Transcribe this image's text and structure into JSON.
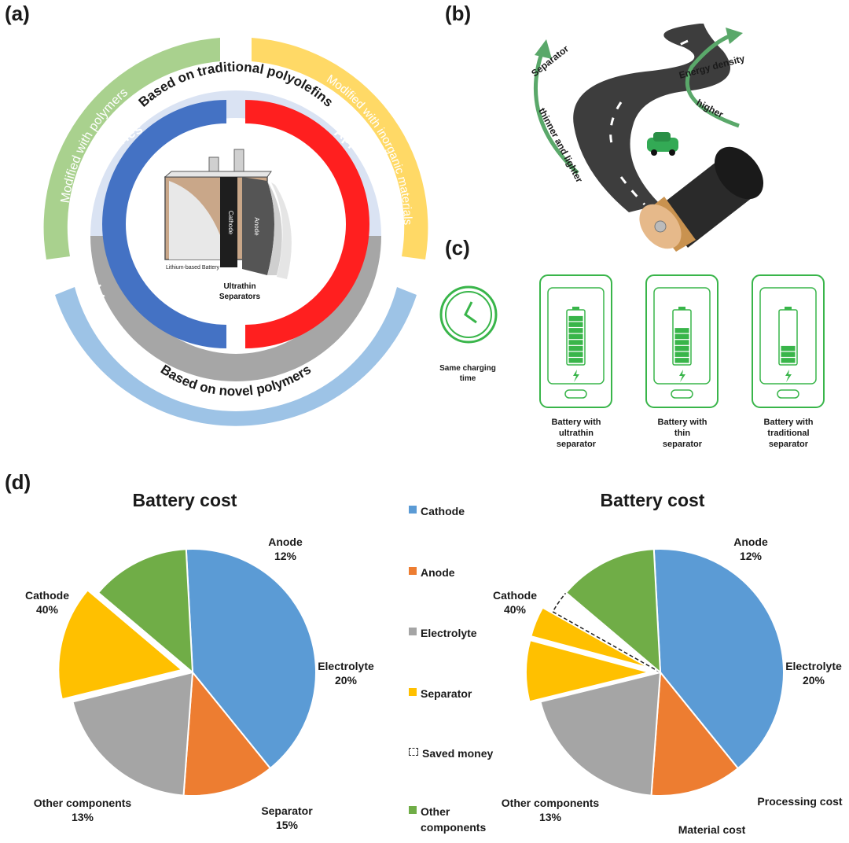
{
  "panels": {
    "a": "(a)",
    "b": "(b)",
    "c": "(c)",
    "d": "(d)"
  },
  "panel_a": {
    "outer_left": "Modified with polymers",
    "outer_right": "Modified with inorganic materials",
    "outer_bottom": "Modified with inorganic material/polymer hybrids",
    "mid_top": "Based on traditional polyolefins",
    "mid_bottom": "Based on novel polymers",
    "inner_left": "Applicated in Li-ion batteries",
    "inner_right": "Applicated in Li-S batteries",
    "cell_cathode": "Cathode",
    "cell_anode": "Anode",
    "cell_caption": "Lithium-based Battery",
    "separators_line1": "Ultrathin",
    "separators_line2": "Separators"
  },
  "panel_b": {
    "separator": "Separator",
    "thinner": "thinner and lighter",
    "energy": "Energy density",
    "higher": "higher"
  },
  "panel_c": {
    "clock_line1": "Same charging",
    "clock_line2": "time",
    "phones": [
      {
        "l1": "Battery with",
        "l2": "ultrathin",
        "l3": "separator",
        "level": 0.9
      },
      {
        "l1": "Battery with",
        "l2": "thin",
        "l3": "separator",
        "level": 0.65
      },
      {
        "l1": "Battery with",
        "l2": "traditional",
        "l3": "separator",
        "level": 0.3
      }
    ]
  },
  "panel_d": {
    "legend": [
      {
        "label": "Cathode",
        "color": "#5b9bd5"
      },
      {
        "label": "Anode",
        "color": "#ed7d31"
      },
      {
        "label": "Electrolyte",
        "color": "#a5a5a5"
      },
      {
        "label": "Separator",
        "color": "#ffc000"
      },
      {
        "label": "Saved money",
        "color": "dashed"
      },
      {
        "label": "Other components",
        "color": "#70ad47"
      }
    ],
    "left_labels": {
      "cathode": "Cathode",
      "cathode_pct": "40%",
      "anode": "Anode",
      "anode_pct": "12%",
      "electrolyte": "Electrolyte",
      "electrolyte_pct": "20%",
      "separator": "Separator",
      "separator_pct": "15%",
      "other": "Other components",
      "other_pct": "13%"
    },
    "right_labels": {
      "cathode": "Cathode",
      "cathode_pct": "40%",
      "anode": "Anode",
      "anode_pct": "12%",
      "electrolyte": "Electrolyte",
      "electrolyte_pct": "20%",
      "processing": "Processing cost",
      "material": "Material cost",
      "other": "Other components",
      "other_pct": "13%"
    }
  },
  "chart_data": [
    {
      "type": "pie",
      "title": "Battery cost",
      "categories": [
        "Cathode",
        "Anode",
        "Electrolyte",
        "Separator",
        "Other components"
      ],
      "values": [
        40,
        12,
        20,
        15,
        13
      ],
      "colors": [
        "#5b9bd5",
        "#ed7d31",
        "#a5a5a5",
        "#ffc000",
        "#70ad47"
      ],
      "exploded": [
        "Separator"
      ]
    },
    {
      "type": "pie",
      "title": "Battery cost",
      "categories": [
        "Cathode",
        "Anode",
        "Electrolyte",
        "Processing cost",
        "Material cost",
        "Saved money",
        "Other components"
      ],
      "values": [
        40,
        12,
        20,
        8,
        4,
        3,
        13
      ],
      "colors": [
        "#5b9bd5",
        "#ed7d31",
        "#a5a5a5",
        "#ffc000",
        "#ffc000",
        "dashed",
        "#70ad47"
      ],
      "exploded": [
        "Processing cost",
        "Material cost"
      ]
    }
  ]
}
